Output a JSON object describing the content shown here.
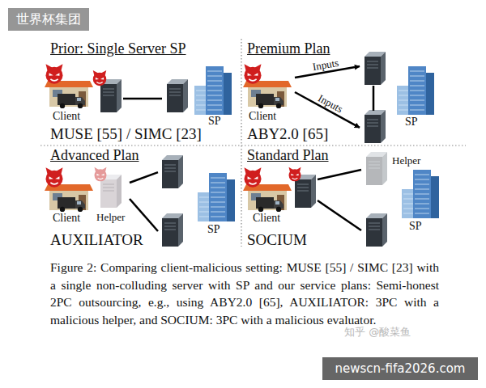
{
  "diagram": {
    "caption": "Figure 2: Comparing client-malicious setting: MUSE [55] / SIMC [23] with a single non-colluding server with SP and our service plans: Semi-honest 2PC outsourcing, e.g., using ABY2.0 [65], AUXILIATOR: 3PC with a malicious helper, and SOCIUM: 3PC with a malicious evaluator.",
    "nodes": [
      {
        "text": [
          "Prior: Single Server SP",
          "MUSE [55] / SIMC [23]"
        ]
      },
      {
        "text": [
          "Client"
        ],
        "in": 0
      },
      {
        "text": [
          "SP"
        ],
        "in": 0
      },
      {
        "text": [
          "Premium Plan",
          "ABY2.0 [65]"
        ]
      },
      {
        "text": [
          "Client"
        ],
        "in": 3
      },
      {
        "text": [
          "SP"
        ],
        "in": 3
      },
      {
        "text": [
          "Advanced Plan",
          "AUXILIATOR"
        ]
      },
      {
        "text": [
          "Client"
        ],
        "in": 6
      },
      {
        "text": [
          "Helper"
        ],
        "in": 6
      },
      {
        "text": [
          "SP"
        ],
        "in": 6
      },
      {
        "text": [
          "Standard Plan",
          "SOCIUM"
        ]
      },
      {
        "text": [
          "Client"
        ],
        "in": 10
      },
      {
        "text": [
          "Helper"
        ],
        "in": 10
      },
      {
        "text": [
          "SP"
        ],
        "in": 10
      }
    ],
    "edges": [
      {
        "from": 1,
        "to": 2,
        "arrow": "none"
      },
      {
        "from": 4,
        "to": 5,
        "label": "Inputs",
        "arrow": "to"
      },
      {
        "from": 4,
        "to": 5,
        "label": "Inputs",
        "arrow": "to"
      },
      {
        "from": 8,
        "to": 9,
        "arrow": "none"
      },
      {
        "from": 8,
        "to": 9,
        "arrow": "none"
      },
      {
        "from": 11,
        "to": 12,
        "arrow": "none"
      },
      {
        "from": 11,
        "to": 13,
        "arrow": "none"
      }
    ],
    "labels": [
      "世界杯集团",
      "知乎 @酸菜鱼",
      "newscn-fifa2026.com"
    ]
  }
}
